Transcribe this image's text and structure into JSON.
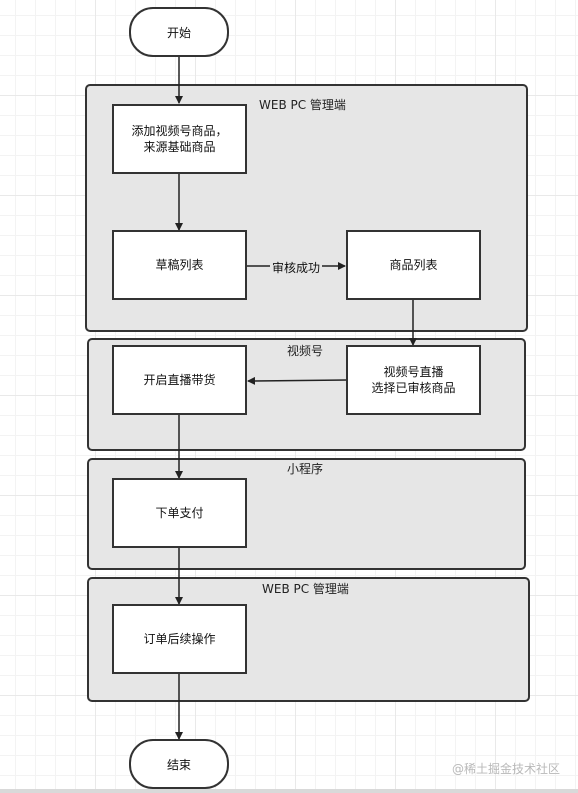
{
  "nodes": {
    "start": "开始",
    "add_product": "添加视频号商品，\n来源基础商品",
    "draft_list": "草稿列表",
    "product_list": "商品列表",
    "start_live": "开启直播带货",
    "channel_live": "视频号直播\n选择已审核商品",
    "order_pay": "下单支付",
    "order_followup": "订单后续操作",
    "end": "结束"
  },
  "groups": {
    "web_admin_1": "WEB PC 管理端",
    "channels": "视频号",
    "mini_program": "小程序",
    "web_admin_2": "WEB PC 管理端"
  },
  "edges": {
    "approved": "审核成功"
  },
  "watermark": "@稀土掘金技术社区"
}
